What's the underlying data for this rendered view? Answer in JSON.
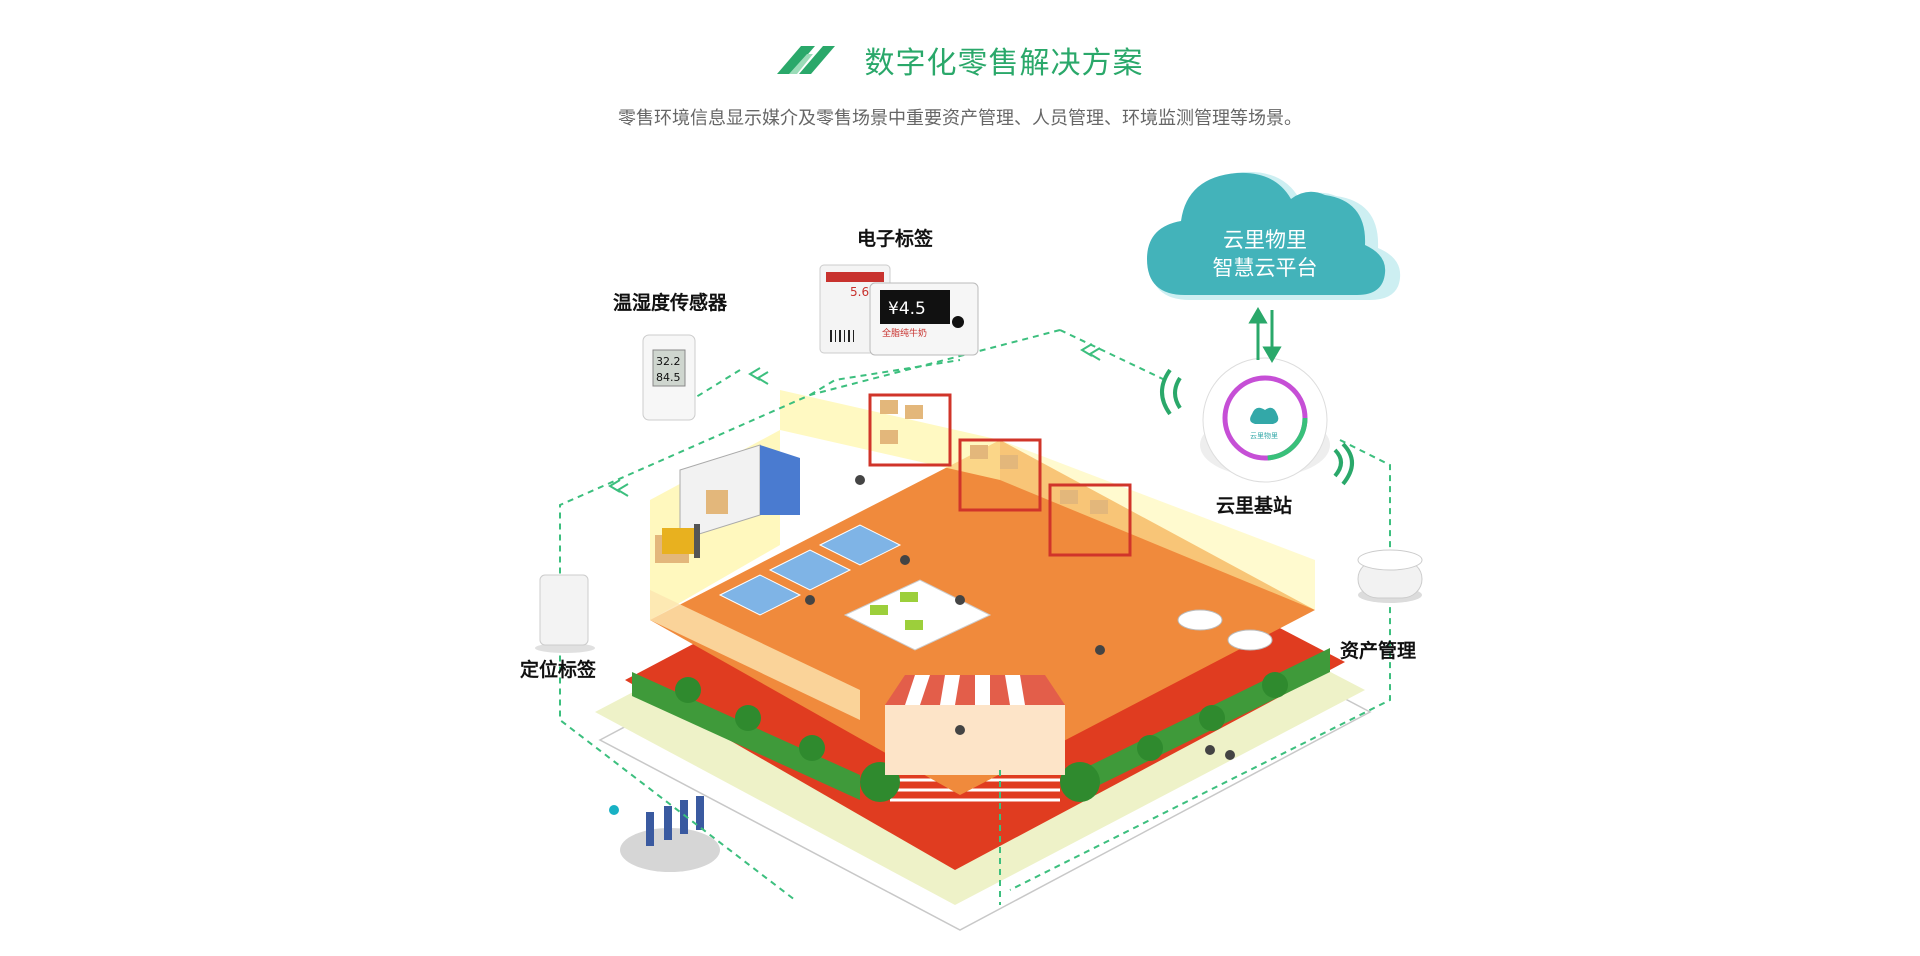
{
  "header": {
    "title": "数字化零售解决方案",
    "subtitle": "零售环境信息显示媒介及零售场景中重要资产管理、人员管理、环境监测管理等场景。"
  },
  "labels": {
    "esl": "电子标签",
    "sensor": "温湿度传感器",
    "locator": "定位标签",
    "base_station": "云里基站",
    "asset": "资产管理"
  },
  "cloud": {
    "line1": "云里物里",
    "line2": "智慧云平台"
  },
  "devices": {
    "sensor_temp": "32.2",
    "sensor_humidity": "84.5",
    "esl_price": "¥4.5",
    "esl_price_small": "5.6",
    "esl_product": "全脂纯牛奶",
    "base_logo": "云里物里"
  },
  "colors": {
    "brand_green": "#2aa86a",
    "cloud_teal": "#3fb0b8",
    "floor_red": "#e03c20",
    "floor_orange": "#f08a3c",
    "hedge_green": "#3f9a3a",
    "dash_green": "#3cbf7e"
  }
}
